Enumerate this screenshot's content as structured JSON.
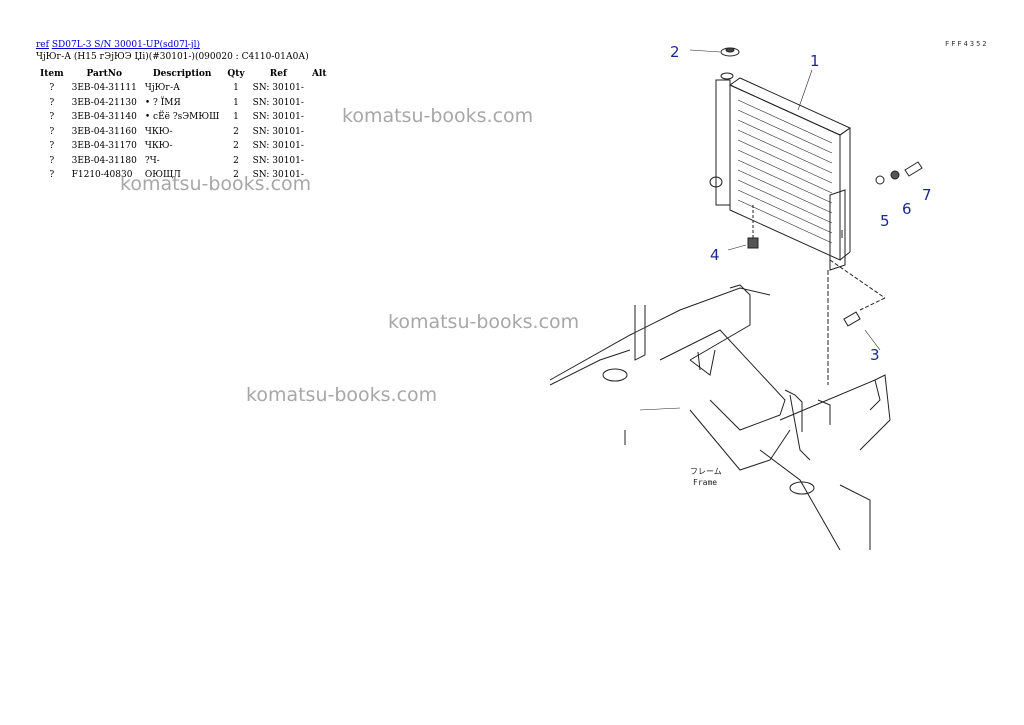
{
  "header": {
    "ref_link": "ref",
    "model_link": "SD07L-3 S/N 30001-UP(sd07l-jl)",
    "subtitle": "ЧјЮг-А (Н15 гЭјЮЭ Џі)(#30101-)(090020 : С4110-01А0А)"
  },
  "table": {
    "columns": [
      "Item",
      "PartNo",
      "Description",
      "Qty",
      "Ref",
      "Alt"
    ],
    "rows": [
      {
        "item": "?",
        "partno": "3EB-04-31111",
        "description": "ЧјЮг-А",
        "qty": "1",
        "ref": "SN: 30101-",
        "alt": ""
      },
      {
        "item": "?",
        "partno": "3EB-04-21130",
        "description": "• ? ЇМЯ",
        "qty": "1",
        "ref": "SN: 30101-",
        "alt": ""
      },
      {
        "item": "?",
        "partno": "3EB-04-31140",
        "description": "• сЁё ?sЭМЮШ",
        "qty": "1",
        "ref": "SN: 30101-",
        "alt": ""
      },
      {
        "item": "?",
        "partno": "3EB-04-31160",
        "description": "ЧКЮ-",
        "qty": "2",
        "ref": "SN: 30101-",
        "alt": ""
      },
      {
        "item": "?",
        "partno": "3EB-04-31170",
        "description": "ЧКЮ-",
        "qty": "2",
        "ref": "SN: 30101-",
        "alt": ""
      },
      {
        "item": "?",
        "partno": "3EB-04-31180",
        "description": "?Ч-",
        "qty": "2",
        "ref": "SN: 30101-",
        "alt": ""
      },
      {
        "item": "?",
        "partno": "F1210-40830",
        "description": "ОЮЩЛ",
        "qty": "2",
        "ref": "SN: 30101-",
        "alt": ""
      }
    ]
  },
  "figure": {
    "code": "FFF4352",
    "callouts": [
      "1",
      "2",
      "3",
      "4",
      "5",
      "6",
      "7"
    ],
    "frame_label_jp": "フレーム",
    "frame_label": "Frame"
  },
  "watermark": "komatsu-books.com"
}
